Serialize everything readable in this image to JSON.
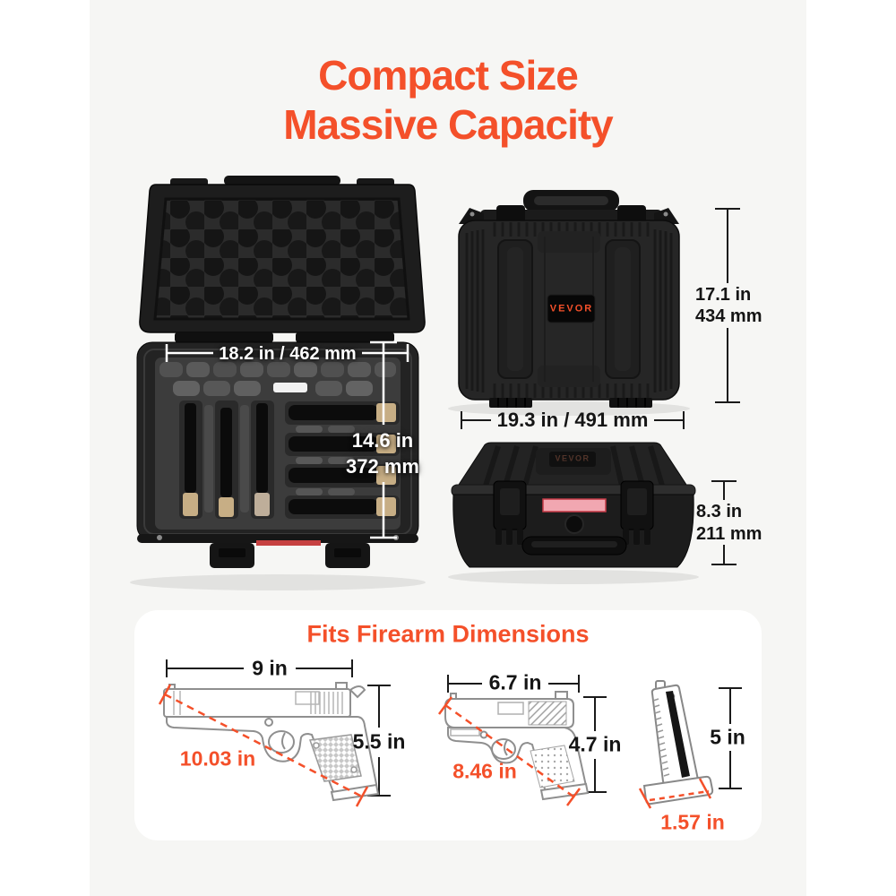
{
  "title": {
    "line1": "Compact Size",
    "line2": "Massive Capacity"
  },
  "open_case": {
    "width_label": "18.2 in / 462 mm",
    "depth_label_in": "14.6 in",
    "depth_label_mm": "372 mm"
  },
  "front_case": {
    "logo": "VEVOR",
    "height_label_in": "17.1 in",
    "height_label_mm": "434 mm",
    "width_label": "19.3 in / 491 mm"
  },
  "side_case": {
    "logo": "VEVOR",
    "height_label_in": "8.3 in",
    "height_label_mm": "211 mm"
  },
  "firearm_panel": {
    "title": "Fits Firearm Dimensions",
    "full_size_pistol": {
      "width": "9 in",
      "height": "5.5 in",
      "diagonal": "10.03 in"
    },
    "compact_pistol": {
      "width": "6.7 in",
      "height": "4.7 in",
      "diagonal": "8.46 in"
    },
    "magazine": {
      "height": "5 in",
      "width": "1.57 in"
    }
  },
  "colors": {
    "accent_orange": "#F4502A",
    "canvas_gray": "#F6F6F4",
    "panel_white": "#FFFFFF",
    "case_black": "#222222",
    "pink_seal": "#F1A7B1",
    "red_strip": "#C64141",
    "dim_dark": "#1A1A1A",
    "dim_light": "#FFFFFF"
  }
}
